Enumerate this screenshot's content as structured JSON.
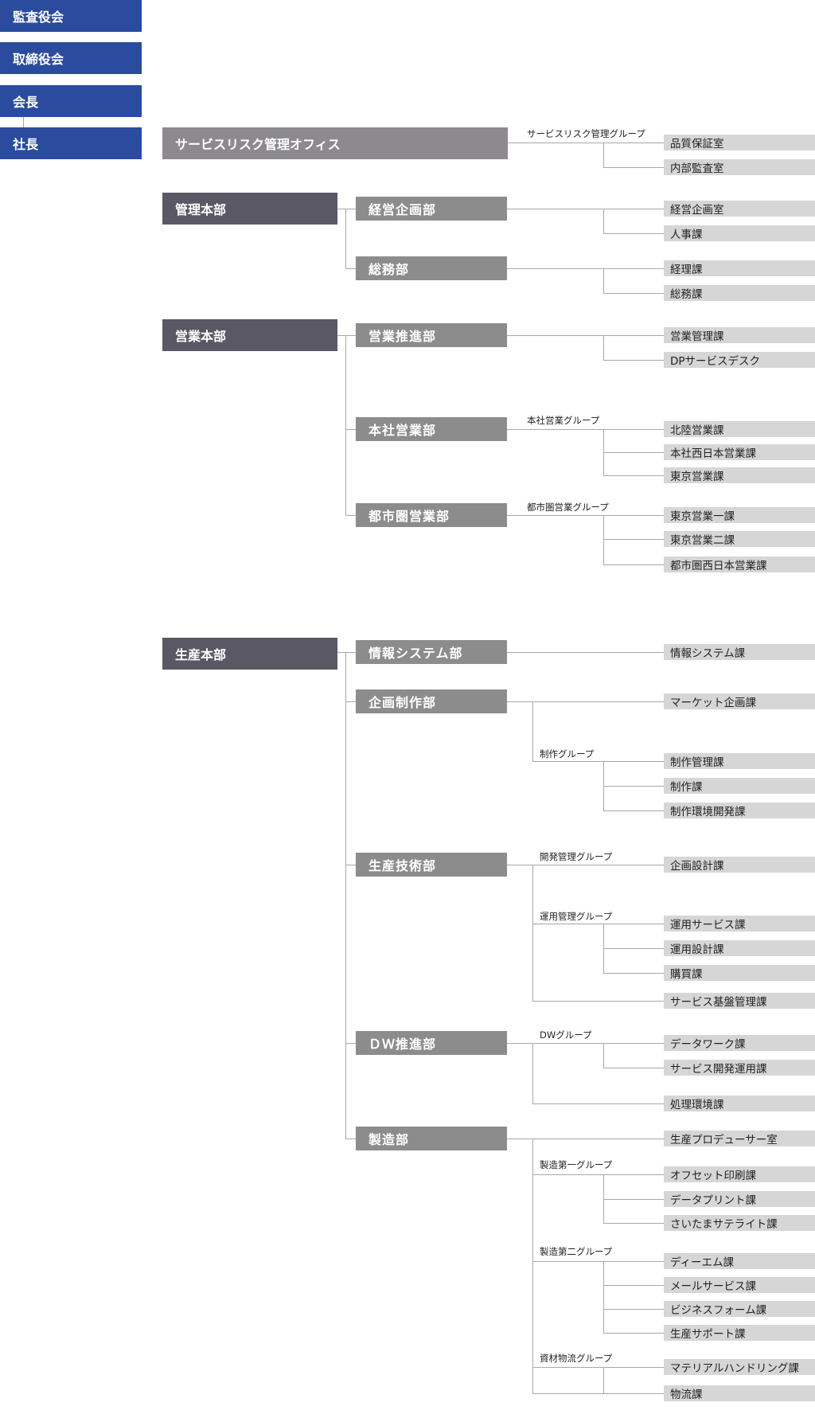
{
  "exec": {
    "audit_board": "監査役会",
    "board": "取締役会",
    "chairman": "会長",
    "president": "社長"
  },
  "service_risk": {
    "office": "サービスリスク管理オフィス",
    "group": "サービスリスク管理グループ",
    "sections": [
      "品質保証室",
      "内部監査室"
    ]
  },
  "admin": {
    "hq": "管理本部",
    "planning": {
      "name": "経営企画部",
      "sections": [
        "経営企画室",
        "人事課"
      ]
    },
    "general": {
      "name": "総務部",
      "sections": [
        "経理課",
        "総務課"
      ]
    }
  },
  "sales": {
    "hq": "営業本部",
    "promotion": {
      "name": "営業推進部",
      "sections": [
        "営業管理課",
        "DPサービスデスク"
      ]
    },
    "head_office": {
      "name": "本社営業部",
      "group": "本社営業グループ",
      "sections": [
        "北陸営業課",
        "本社西日本営業課",
        "東京営業課"
      ]
    },
    "metro": {
      "name": "都市圏営業部",
      "group": "都市圏営業グループ",
      "sections": [
        "東京営業一課",
        "東京営業二課",
        "都市圏西日本営業課"
      ]
    }
  },
  "production": {
    "hq": "生産本部",
    "info_sys": {
      "name": "情報システム部",
      "sections": [
        "情報システム課"
      ]
    },
    "planning": {
      "name": "企画制作部",
      "direct_section": "マーケット企画課",
      "group": "制作グループ",
      "sections": [
        "制作管理課",
        "制作課",
        "制作環境開発課"
      ]
    },
    "tech": {
      "name": "生産技術部",
      "group1": "開発管理グループ",
      "group1_sections": [
        "企画設計課"
      ],
      "group2": "運用管理グループ",
      "group2_sections": [
        "運用サービス課",
        "運用設計課",
        "購買課"
      ],
      "direct_section": "サービス基盤管理課"
    },
    "dw": {
      "name": "ＤＷ推進部",
      "group": "DWグループ",
      "sections": [
        "データワーク課",
        "サービス開発運用課"
      ],
      "direct_section": "処理環境課"
    },
    "mfg": {
      "name": "製造部",
      "direct_section": "生産プロデューサー室",
      "group1": "製造第一グループ",
      "group1_sections": [
        "オフセット印刷課",
        "データプリント課",
        "さいたまサテライト課"
      ],
      "group2": "製造第二グループ",
      "group2_sections": [
        "ディーエム課",
        "メールサービス課",
        "ビジネスフォーム課",
        "生産サポート課"
      ],
      "group3": "資材物流グループ",
      "group3_sections": [
        "マテリアルハンドリング課",
        "物流課"
      ]
    }
  },
  "colors": {
    "exec": "#2a4b9e",
    "service": "#8c8a8d",
    "hq": "#5a5865",
    "dept": "#8c8c8c",
    "section": "#d6d6d6",
    "line": "#a8a8a8"
  }
}
